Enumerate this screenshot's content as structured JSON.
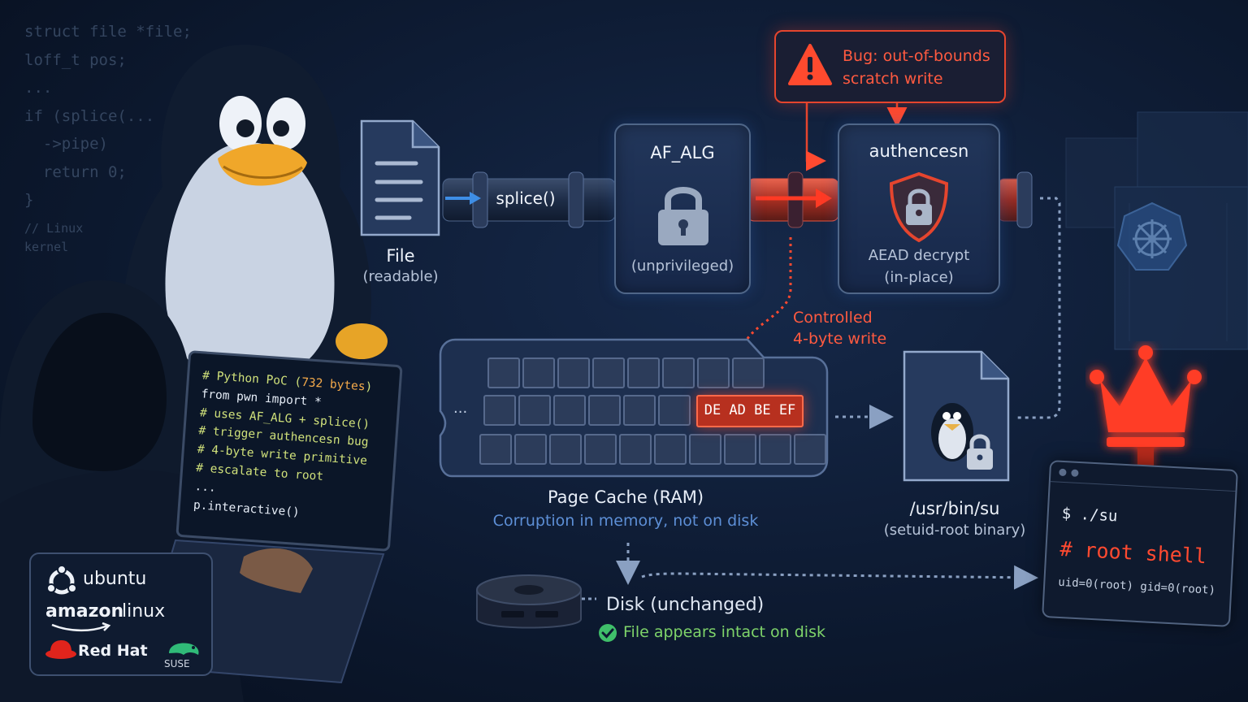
{
  "code_bg": {
    "lines": [
      "struct file *file;",
      "loff_t pos;",
      "...",
      "if (splice(...",
      "  ->pipe)",
      "  return 0;",
      "}"
    ],
    "comment_1": "// Linux",
    "comment_2": "kernel"
  },
  "file_node": {
    "title": "File",
    "subtitle": "(readable)"
  },
  "splice": {
    "label": "splice()"
  },
  "af_alg": {
    "title": "AF_ALG",
    "subtitle": "(unprivileged)"
  },
  "bug": {
    "line1": "Bug: out-of-bounds",
    "line2": "scratch write"
  },
  "authencesn": {
    "title": "authencesn",
    "subtitle1": "AEAD decrypt",
    "subtitle2": "(in-place)"
  },
  "controlled": {
    "line1": "Controlled",
    "line2": "4-byte write"
  },
  "page_cache": {
    "ellipsis": "...",
    "bytes": "DE AD BE EF",
    "title": "Page Cache (RAM)",
    "subtitle": "Corruption in memory, not on disk"
  },
  "su": {
    "title": "/usr/bin/su",
    "subtitle": "(setuid-root binary)"
  },
  "disk": {
    "title": "Disk (unchanged)",
    "status": "File appears intact on disk"
  },
  "laptop": {
    "line1_a": "# Python PoC (",
    "line1_num": "732 bytes",
    "line1_b": ")",
    "line2": "from pwn import *",
    "line3": "# uses AF_ALG + splice()",
    "line4": "# trigger authencesn bug",
    "line5": "# 4-byte write primitive",
    "line6": "# escalate to root",
    "line7": "...",
    "line8": "p.interactive()"
  },
  "terminal": {
    "cmd": "$ ./su",
    "root": "# root shell",
    "uid": "uid=0(root) gid=0(root)"
  },
  "distros": {
    "ubuntu": "ubuntu",
    "amazon_a": "amazon",
    "amazon_b": "linux",
    "redhat": "Red Hat",
    "suse": "SUSE"
  },
  "colors": {
    "accent_red": "#ff5a40",
    "accent_blue": "#3e8ee6",
    "accent_green": "#6fcf5a"
  }
}
